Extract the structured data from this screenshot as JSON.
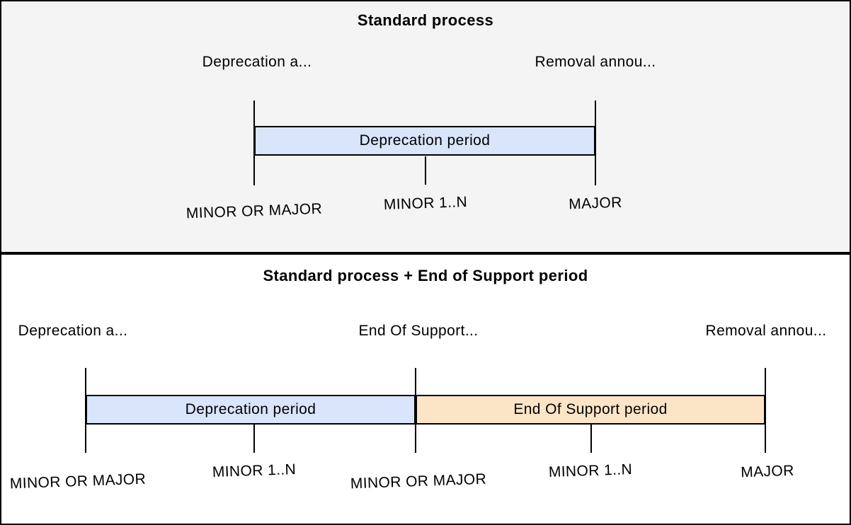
{
  "colors": {
    "top_panel_background": "#f4f4f4",
    "bottom_panel_background": "#ffffff",
    "border": "#000000",
    "deprecation_period_fill": "#d8e5fa",
    "end_of_support_period_fill": "#fce5c7"
  },
  "panels": [
    {
      "title": "Standard process",
      "milestones": [
        {
          "label": "Deprecation a..."
        },
        {
          "label": "Removal annou..."
        }
      ],
      "bars": [
        {
          "label": "Deprecation period",
          "color": "#d8e5fa"
        }
      ],
      "axis_labels": [
        {
          "label": "MINOR OR MAJOR"
        },
        {
          "label": "MINOR 1..N"
        },
        {
          "label": "MAJOR"
        }
      ]
    },
    {
      "title": "Standard process + End of Support period",
      "milestones": [
        {
          "label": "Deprecation a..."
        },
        {
          "label": "End Of Support..."
        },
        {
          "label": "Removal annou..."
        }
      ],
      "bars": [
        {
          "label": "Deprecation period",
          "color": "#d8e5fa"
        },
        {
          "label": "End Of Support period",
          "color": "#fce5c7"
        }
      ],
      "axis_labels": [
        {
          "label": "MINOR OR MAJOR"
        },
        {
          "label": "MINOR 1..N"
        },
        {
          "label": "MINOR OR MAJOR"
        },
        {
          "label": "MINOR 1..N"
        },
        {
          "label": "MAJOR"
        }
      ]
    }
  ]
}
